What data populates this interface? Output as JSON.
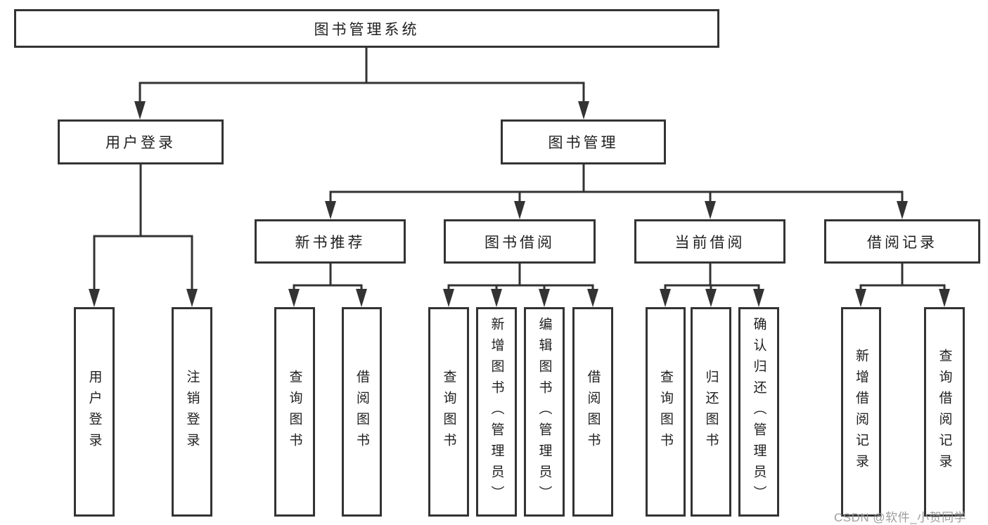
{
  "diagram": {
    "title_node": "图书管理系统",
    "nodes": {
      "root": {
        "label": "图书管理系统"
      },
      "user_login": {
        "label": "用户登录"
      },
      "book_mgmt": {
        "label": "图书管理"
      },
      "new_book": {
        "label": "新书推荐"
      },
      "book_borrow": {
        "label": "图书借阅"
      },
      "current_borrow": {
        "label": "当前借阅"
      },
      "borrow_record": {
        "label": "借阅记录"
      },
      "leaf_user_login": {
        "label": "用户登录"
      },
      "leaf_logout": {
        "label": "注销登录"
      },
      "leaf_query_book_1": {
        "label": "查询图书"
      },
      "leaf_borrow_book_1": {
        "label": "借阅图书"
      },
      "leaf_query_book_2": {
        "label": "查询图书"
      },
      "leaf_add_book": {
        "label": "新增图书（管理员）"
      },
      "leaf_edit_book": {
        "label": "编辑图书（管理员）"
      },
      "leaf_borrow_book_2": {
        "label": "借阅图书"
      },
      "leaf_query_book_3": {
        "label": "查询图书"
      },
      "leaf_return_book": {
        "label": "归还图书"
      },
      "leaf_confirm_return": {
        "label": "确认归还（管理员）"
      },
      "leaf_add_record": {
        "label": "新增借阅记录"
      },
      "leaf_query_record": {
        "label": "查询借阅记录"
      }
    }
  },
  "watermark": {
    "text": "CSDN @软件_小贺同学"
  },
  "colors": {
    "line": "#333333",
    "text": "#1f1f1f",
    "watermark": "#989898",
    "background": "#ffffff"
  }
}
